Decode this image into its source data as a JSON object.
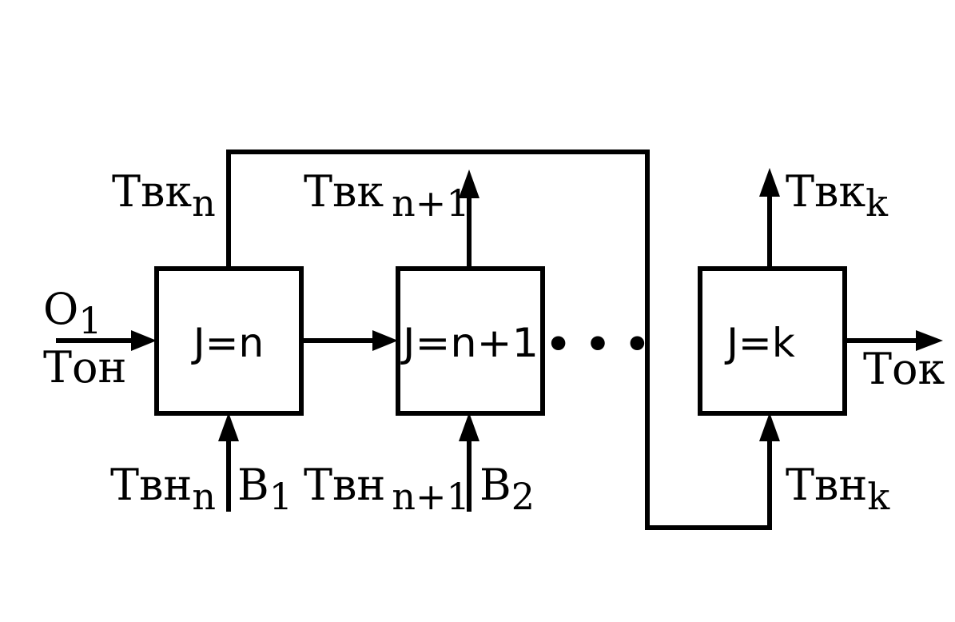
{
  "blocks": [
    {
      "id": "n",
      "label": "J=n"
    },
    {
      "id": "n1",
      "label": "J=n+1"
    },
    {
      "id": "k",
      "label": "J=k"
    }
  ],
  "ellipsis": "• • •",
  "labels": {
    "input_o": {
      "main": "O",
      "sub": "1"
    },
    "input_t": {
      "main": "Тон"
    },
    "output_t": {
      "main": "Ток"
    },
    "tvk_n": {
      "main": "Твк",
      "sub": "n"
    },
    "tvk_n1": {
      "main": "Твк",
      "sub": "n+1"
    },
    "tvk_k": {
      "main": "Твк",
      "sub": "k"
    },
    "tvn_n": {
      "main": "Твн",
      "sub": "n"
    },
    "b1": {
      "main": "B",
      "sub": "1"
    },
    "tvn_n1": {
      "main": "Твн",
      "sub": "n+1"
    },
    "b2": {
      "main": "B",
      "sub": "2"
    },
    "tvn_k": {
      "main": "Твн",
      "sub": "k"
    }
  }
}
